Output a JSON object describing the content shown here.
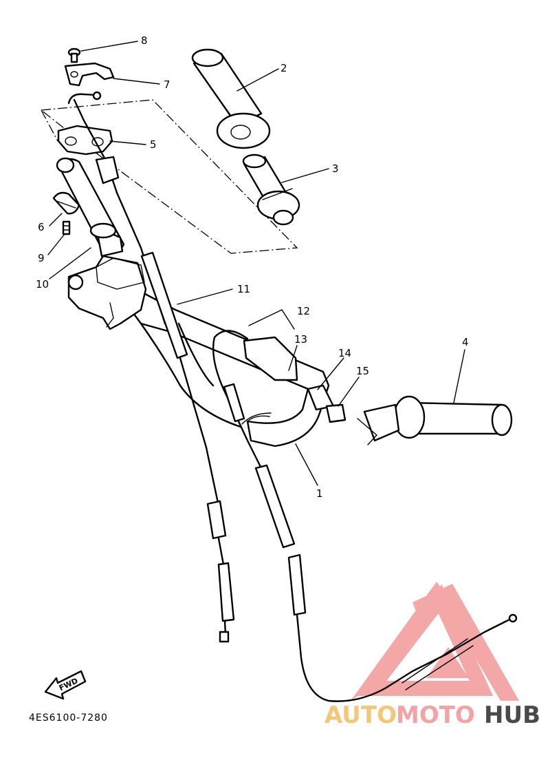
{
  "diagram": {
    "drawing_number": "4ES6100-7280",
    "fwd_label": "FWD",
    "callouts": [
      {
        "id": "c1",
        "text": "1"
      },
      {
        "id": "c2",
        "text": "2"
      },
      {
        "id": "c3",
        "text": "3"
      },
      {
        "id": "c4",
        "text": "4"
      },
      {
        "id": "c5",
        "text": "5"
      },
      {
        "id": "c6",
        "text": "6"
      },
      {
        "id": "c7",
        "text": "7"
      },
      {
        "id": "c8",
        "text": "8"
      },
      {
        "id": "c9",
        "text": "9"
      },
      {
        "id": "c10",
        "text": "10"
      },
      {
        "id": "c11",
        "text": "11"
      },
      {
        "id": "c12",
        "text": "12"
      },
      {
        "id": "c13",
        "text": "13"
      },
      {
        "id": "c14",
        "text": "14"
      },
      {
        "id": "c15",
        "text": "15"
      }
    ]
  },
  "watermark": {
    "word_1": "AUTO",
    "word_2": "MOTO",
    "word_3": "HUB",
    "color_auto": "#f3c77a",
    "color_moto": "#f3a3a3",
    "color_hub": "#4a4a4a",
    "color_triangle": "#f08a8a"
  }
}
